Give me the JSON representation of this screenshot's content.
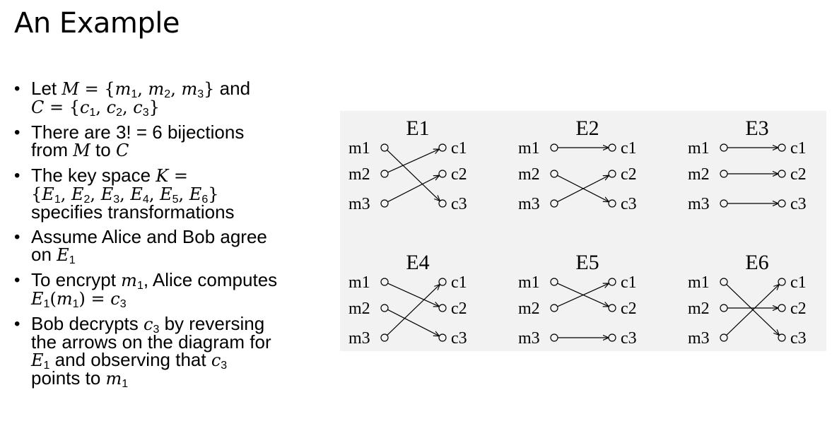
{
  "title": "An Example",
  "bullets": [
    {
      "pre": "Let ",
      "math1": "M = {m",
      "post": " and"
    },
    {
      "line2": "C = {c"
    },
    {
      "text": "There are 3! = 6 bijections"
    },
    {
      "text": "from M to C"
    }
  ],
  "b1": {
    "t1": "Let ",
    "t2": " and",
    "M": "M",
    "eq": " = {",
    "m": "m",
    "i1": "1",
    "i2": "2",
    "i3": "3",
    "close": "}",
    "C": "C",
    "c": "c"
  },
  "b2": {
    "a": "There are 3! = 6 bijections",
    "b": "from ",
    "M": "M",
    "to": " to ",
    "C": "C"
  },
  "b3": {
    "a": "The key space ",
    "K": "K",
    "eq": " =",
    "E": "E",
    "i4": "4",
    "i5": "5",
    "i6": "6",
    "tail": "specifies transformations"
  },
  "b4": {
    "a": "Assume Alice and Bob agree",
    "b": "on "
  },
  "b5": {
    "a": "To encrypt ",
    "b": ", Alice computes",
    "eqc": " = "
  },
  "b6": {
    "a": "Bob decrypts ",
    "b": " by reversing",
    "c": "the arrows on the diagram for",
    "d": " and observing that ",
    "e": "points to "
  },
  "diagram": {
    "messages": [
      "m1",
      "m2",
      "m3"
    ],
    "ciphers": [
      "c1",
      "c2",
      "c3"
    ],
    "encryptions": [
      {
        "name": "E1",
        "mapping": [
          "c3",
          "c1",
          "c2"
        ]
      },
      {
        "name": "E2",
        "mapping": [
          "c1",
          "c3",
          "c2"
        ]
      },
      {
        "name": "E3",
        "mapping": [
          "c1",
          "c2",
          "c3"
        ]
      },
      {
        "name": "E4",
        "mapping": [
          "c2",
          "c3",
          "c1"
        ]
      },
      {
        "name": "E5",
        "mapping": [
          "c2",
          "c1",
          "c3"
        ]
      },
      {
        "name": "E6",
        "mapping": [
          "c3",
          "c2",
          "c1"
        ]
      }
    ]
  }
}
